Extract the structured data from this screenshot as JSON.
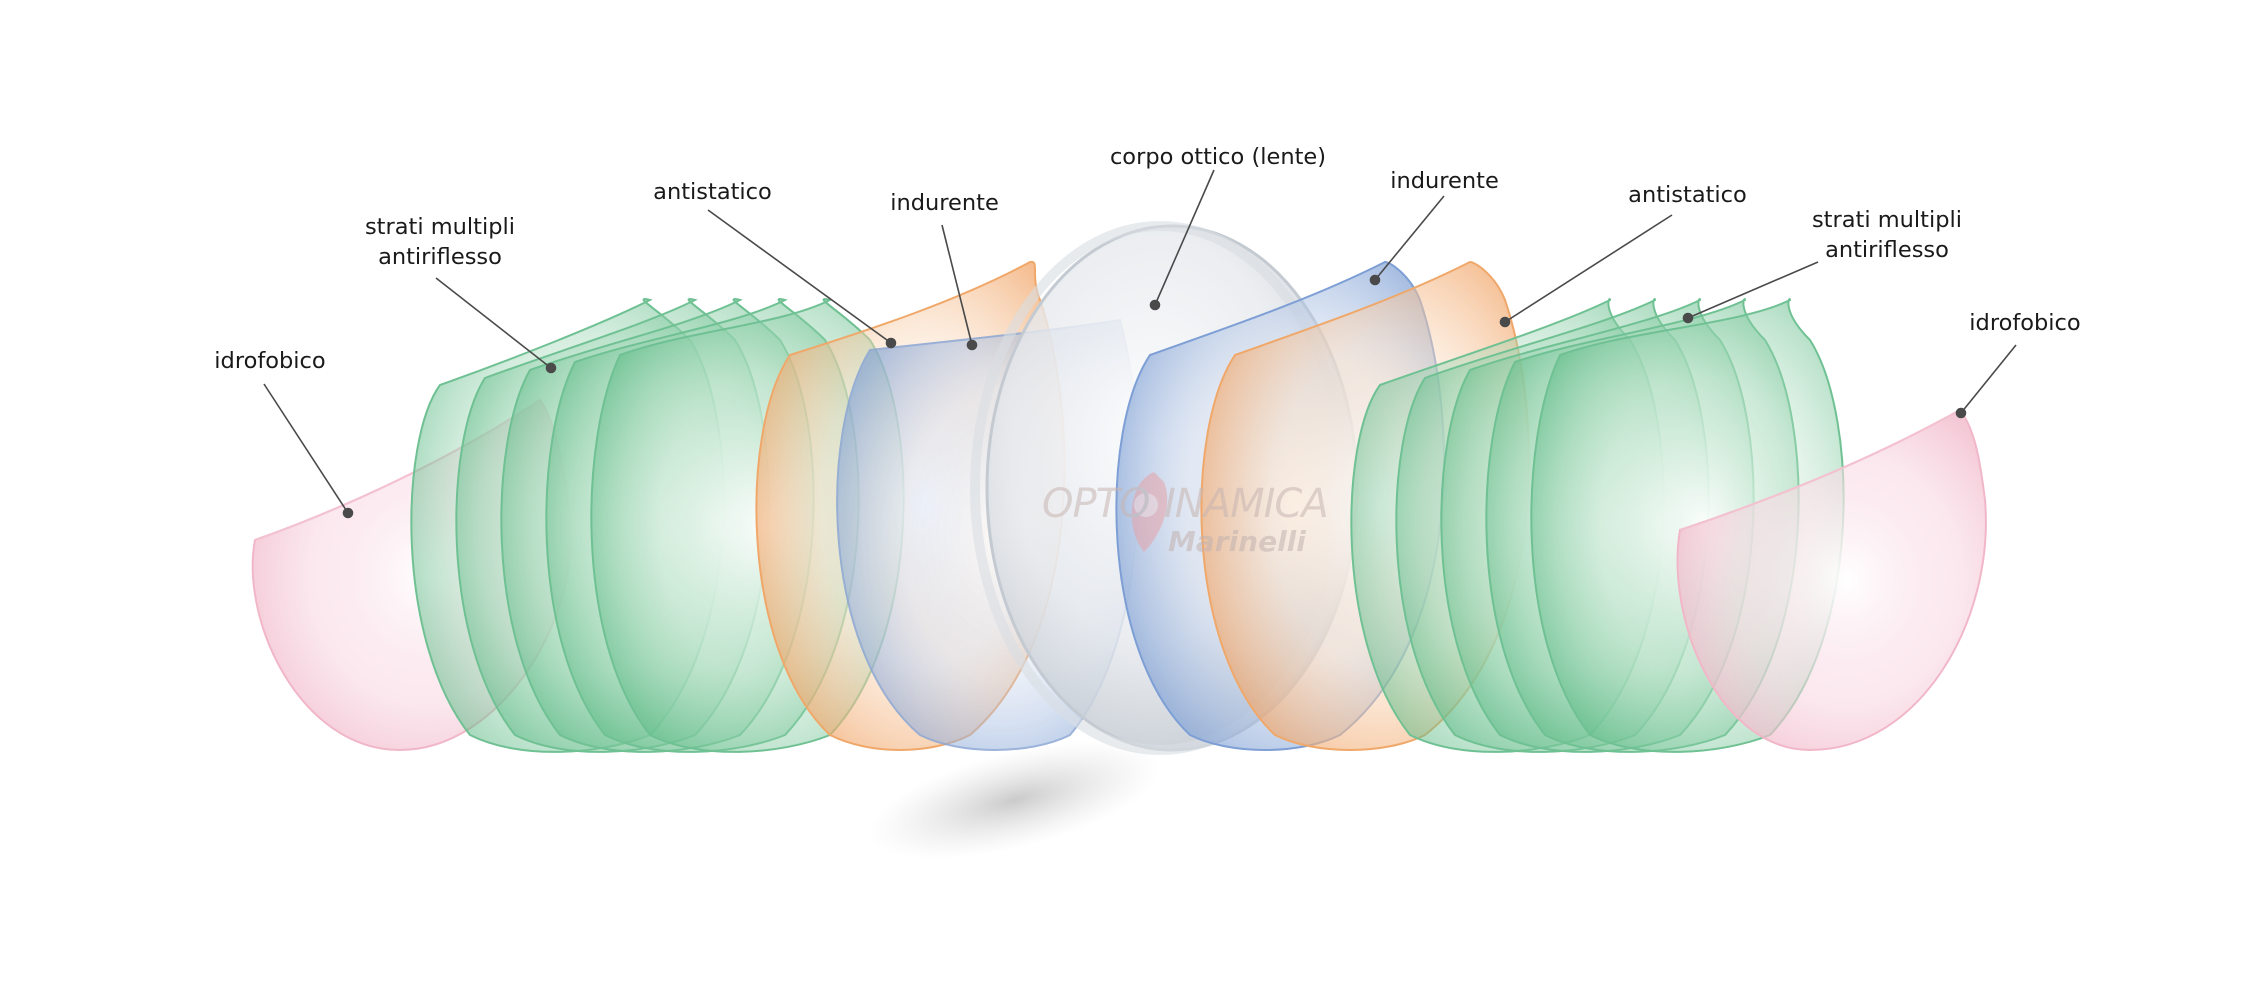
{
  "labels": {
    "idrofobico_left": "idrofobico",
    "strati_left_line1": "strati multipli",
    "strati_left_line2": "antiriflesso",
    "antistatico_left": "antistatico",
    "indurente_left": "indurente",
    "corpo_ottico": "corpo ottico (lente)",
    "indurente_right": "indurente",
    "antistatico_right": "antistatico",
    "strati_right_line1": "strati multipli",
    "strati_right_line2": "antiriflesso",
    "idrofobico_right": "idrofobico"
  },
  "watermark": {
    "part_a": "OPTO",
    "part_b": "INAMICA",
    "part_c": "Marinelli"
  },
  "colors": {
    "hydrophobic": "#f2b9cb",
    "antireflective": "#4fb37a",
    "antistatic": "#f2a867",
    "hardener": "#7fa0d6",
    "lens_body": "#c9cfd6",
    "leader_line": "#4a4a4a"
  }
}
